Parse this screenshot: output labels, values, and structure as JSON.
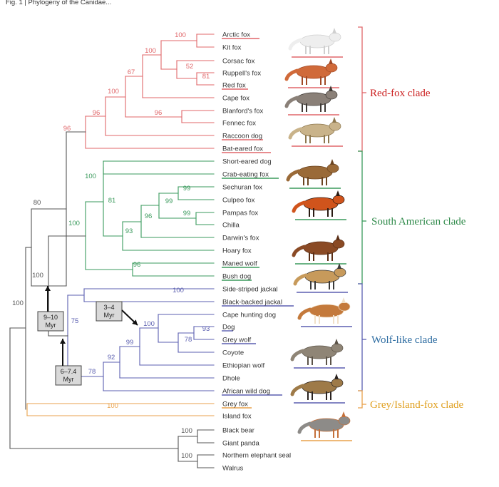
{
  "header": {
    "caption_fragment": "Fig. 1 | Phylogeny of the Canidae..."
  },
  "colors": {
    "red": "#e0676a",
    "green": "#3a9a5c",
    "blue": "#5b5fb0",
    "orange": "#e9a24c",
    "grey": "#555555",
    "red_label": "#cc2222",
    "green_label": "#2f8a4a",
    "blue_label": "#2a6aa0",
    "orange_label": "#e0a020"
  },
  "taxa": [
    {
      "name": "Arctic fox",
      "color": "red",
      "underline": true
    },
    {
      "name": "Kit fox",
      "color": "red",
      "underline": false
    },
    {
      "name": "Corsac fox",
      "color": "red",
      "underline": false
    },
    {
      "name": "Ruppell's fox",
      "color": "red",
      "underline": false
    },
    {
      "name": "Red fox",
      "color": "red",
      "underline": true
    },
    {
      "name": "Cape fox",
      "color": "red",
      "underline": false
    },
    {
      "name": "Blanford's fox",
      "color": "red",
      "underline": false
    },
    {
      "name": "Fennec fox",
      "color": "red",
      "underline": false
    },
    {
      "name": "Raccoon dog",
      "color": "red",
      "underline": true
    },
    {
      "name": "Bat-eared fox",
      "color": "red",
      "underline": true
    },
    {
      "name": "Short-eared dog",
      "color": "green",
      "underline": false
    },
    {
      "name": "Crab-eating fox",
      "color": "green",
      "underline": true
    },
    {
      "name": "Sechuran fox",
      "color": "green",
      "underline": false
    },
    {
      "name": "Culpeo fox",
      "color": "green",
      "underline": false
    },
    {
      "name": "Pampas fox",
      "color": "green",
      "underline": false
    },
    {
      "name": "Chilla",
      "color": "green",
      "underline": false
    },
    {
      "name": "Darwin's fox",
      "color": "green",
      "underline": false
    },
    {
      "name": "Hoary fox",
      "color": "green",
      "underline": false
    },
    {
      "name": "Maned wolf",
      "color": "green",
      "underline": true
    },
    {
      "name": "Bush dog",
      "color": "green",
      "underline": true
    },
    {
      "name": "Side-striped jackal",
      "color": "blue",
      "underline": false
    },
    {
      "name": "Black-backed jackal",
      "color": "blue",
      "underline": true
    },
    {
      "name": "Cape hunting dog",
      "color": "blue",
      "underline": false
    },
    {
      "name": "Dog",
      "color": "blue",
      "underline": true
    },
    {
      "name": "Grey wolf",
      "color": "blue",
      "underline": true
    },
    {
      "name": "Coyote",
      "color": "blue",
      "underline": false
    },
    {
      "name": "Ethiopian wolf",
      "color": "blue",
      "underline": false
    },
    {
      "name": "Dhole",
      "color": "blue",
      "underline": false
    },
    {
      "name": "African wild dog",
      "color": "blue",
      "underline": true
    },
    {
      "name": "Grey fox",
      "color": "orange",
      "underline": true
    },
    {
      "name": "Island fox",
      "color": "orange",
      "underline": false
    },
    {
      "name": "Black bear",
      "color": "grey",
      "underline": false
    },
    {
      "name": "Giant panda",
      "color": "grey",
      "underline": false
    },
    {
      "name": "Northern elephant seal",
      "color": "grey",
      "underline": false
    },
    {
      "name": "Walrus",
      "color": "grey",
      "underline": false
    }
  ],
  "bootstrap": [
    {
      "value": "100",
      "color": "red"
    },
    {
      "value": "100",
      "color": "red"
    },
    {
      "value": "52",
      "color": "red"
    },
    {
      "value": "81",
      "color": "red"
    },
    {
      "value": "67",
      "color": "red"
    },
    {
      "value": "100",
      "color": "red"
    },
    {
      "value": "96",
      "color": "red"
    },
    {
      "value": "96",
      "color": "red"
    },
    {
      "value": "96",
      "color": "red"
    },
    {
      "value": "100",
      "color": "green"
    },
    {
      "value": "81",
      "color": "green"
    },
    {
      "value": "99",
      "color": "green"
    },
    {
      "value": "99",
      "color": "green"
    },
    {
      "value": "99",
      "color": "green"
    },
    {
      "value": "96",
      "color": "green"
    },
    {
      "value": "93",
      "color": "green"
    },
    {
      "value": "100",
      "color": "green"
    },
    {
      "value": "96",
      "color": "green"
    },
    {
      "value": "100",
      "color": "blue"
    },
    {
      "value": "93",
      "color": "blue"
    },
    {
      "value": "78",
      "color": "blue"
    },
    {
      "value": "100",
      "color": "blue"
    },
    {
      "value": "99",
      "color": "blue"
    },
    {
      "value": "92",
      "color": "blue"
    },
    {
      "value": "78",
      "color": "blue"
    },
    {
      "value": "75",
      "color": "blue"
    },
    {
      "value": "100",
      "color": "grey"
    },
    {
      "value": "80",
      "color": "grey"
    },
    {
      "value": "100",
      "color": "orange"
    },
    {
      "value": "100",
      "color": "grey"
    },
    {
      "value": "100",
      "color": "grey"
    },
    {
      "value": "100",
      "color": "grey"
    }
  ],
  "divergence_boxes": [
    {
      "line1": "9–10",
      "line2": "Myr"
    },
    {
      "line1": "6–7.4",
      "line2": "Myr"
    },
    {
      "line1": "3–4",
      "line2": "Myr"
    }
  ],
  "clades": [
    {
      "label": "Red-fox clade",
      "color": "red_label"
    },
    {
      "label": "South American clade",
      "color": "green_label"
    },
    {
      "label": "Wolf-like clade",
      "color": "blue_label"
    },
    {
      "label": "Grey/Island-fox clade",
      "color": "orange_label"
    }
  ],
  "illustrations": [
    {
      "name": "arctic-fox-illustration"
    },
    {
      "name": "red-fox-illustration"
    },
    {
      "name": "raccoon-dog-illustration"
    },
    {
      "name": "bat-eared-fox-illustration"
    },
    {
      "name": "crab-eating-fox-illustration"
    },
    {
      "name": "maned-wolf-illustration"
    },
    {
      "name": "bush-dog-illustration"
    },
    {
      "name": "black-backed-jackal-illustration"
    },
    {
      "name": "dog-illustration"
    },
    {
      "name": "grey-wolf-illustration"
    },
    {
      "name": "african-wild-dog-illustration"
    },
    {
      "name": "grey-fox-illustration"
    }
  ]
}
